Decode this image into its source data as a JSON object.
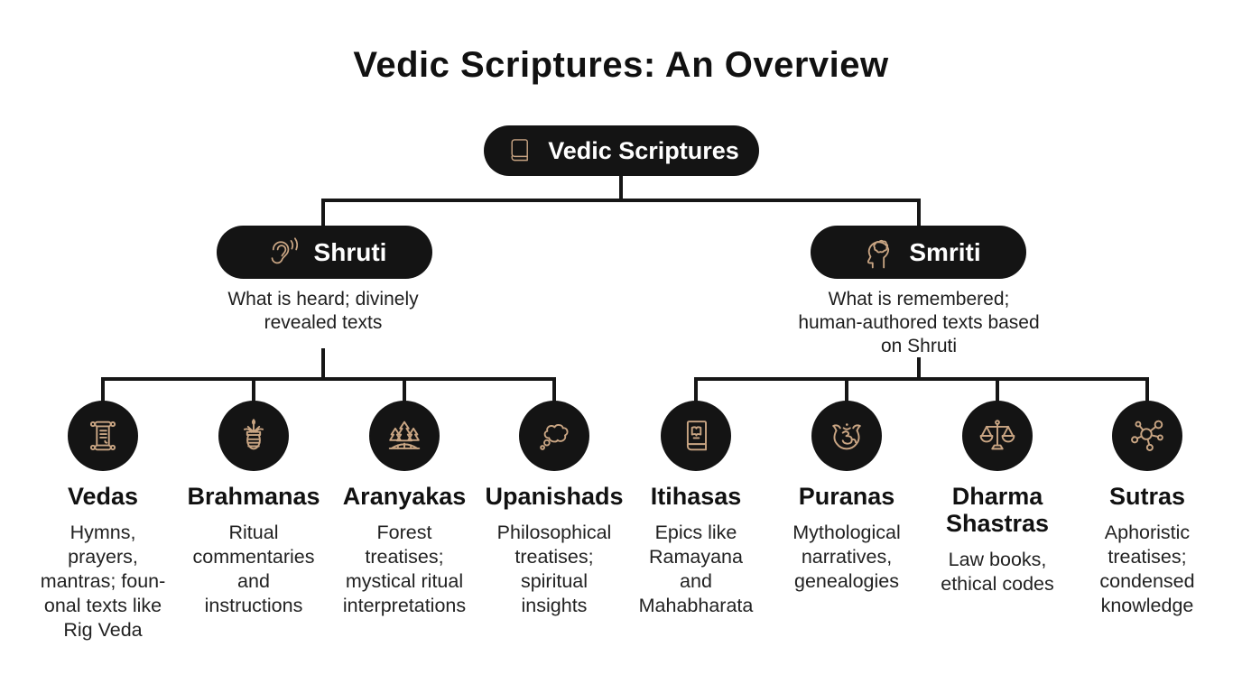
{
  "title": "Vedic Scriptures: An Overview",
  "colors": {
    "background": "#ffffff",
    "node_background": "#141414",
    "icon_stroke": "#c9a583",
    "line": "#161616",
    "text": "#1c1c1c"
  },
  "root": {
    "label": "Vedic Scriptures",
    "icon": "book-icon"
  },
  "branches": [
    {
      "label": "Shruti",
      "icon": "ear-icon",
      "description": "What is heard; divinely\nrevealed texts",
      "children": [
        {
          "label": "Vedas",
          "icon": "scroll-icon",
          "description": "Hymns,\nprayers,\nmantras; foun-\nonal texts like\nRig Veda"
        },
        {
          "label": "Brahmanas",
          "icon": "kalash-icon",
          "description": "Ritual\ncommentaries\nand\ninstructions"
        },
        {
          "label": "Aranyakas",
          "icon": "forest-icon",
          "description": "Forest\ntreatises;\nmystical ritual\ninterpretations"
        },
        {
          "label": "Upanishads",
          "icon": "thought-bubble-icon",
          "description": "Philosophical\ntreatises;\nspiritual\ninsights"
        }
      ]
    },
    {
      "label": "Smriti",
      "icon": "head-brain-icon",
      "description": "What is remembered;\nhuman-authored texts based\non Shruti",
      "children": [
        {
          "label": "Itihasas",
          "icon": "book-cover-icon",
          "description": "Epics like\nRamayana\nand\nMahabharata"
        },
        {
          "label": "Puranas",
          "icon": "om-icon",
          "description": "Mythological\nnarratives,\ngenealogies"
        },
        {
          "label": "Dharma\nShastras",
          "icon": "scales-icon",
          "description": "Law books,\nethical codes"
        },
        {
          "label": "Sutras",
          "icon": "network-icon",
          "description": "Aphoristic\ntreatises;\ncondensed\nknowledge"
        }
      ]
    }
  ]
}
